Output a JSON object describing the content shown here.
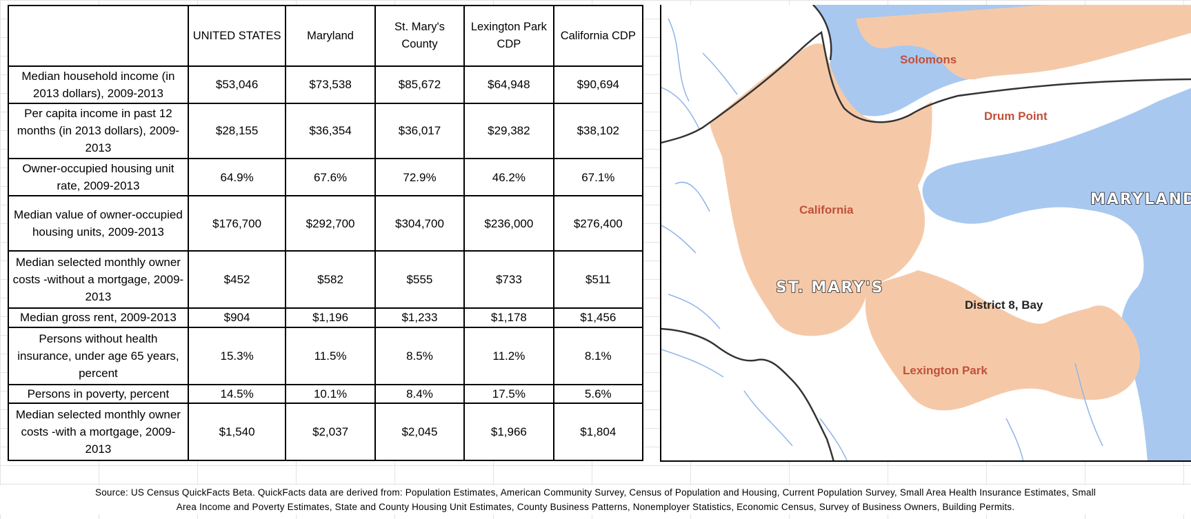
{
  "table": {
    "headers": [
      "",
      "UNITED STATES",
      "Maryland",
      "St. Mary's County",
      "Lexington Park CDP",
      "California CDP"
    ],
    "rows": [
      {
        "label": "Median household income (in 2013 dollars), 2009-2013",
        "values": [
          "$53,046",
          "$73,538",
          "$85,672",
          "$64,948",
          "$90,694"
        ]
      },
      {
        "label": "Per capita income in past 12 months (in 2013 dollars), 2009-2013",
        "values": [
          "$28,155",
          "$36,354",
          "$36,017",
          "$29,382",
          "$38,102"
        ]
      },
      {
        "label": "Owner-occupied housing unit rate, 2009-2013",
        "values": [
          "64.9%",
          "67.6%",
          "72.9%",
          "46.2%",
          "67.1%"
        ]
      },
      {
        "label": "Median value of owner-occupied housing units, 2009-2013",
        "values": [
          "$176,700",
          "$292,700",
          "$304,700",
          "$236,000",
          "$276,400"
        ]
      },
      {
        "label": "Median selected monthly owner costs -without a mortgage, 2009-2013",
        "values": [
          "$452",
          "$582",
          "$555",
          "$733",
          "$511"
        ]
      },
      {
        "label": "Median gross rent, 2009-2013",
        "values": [
          "$904",
          "$1,196",
          "$1,233",
          "$1,178",
          "$1,456"
        ]
      },
      {
        "label": "Persons without health insurance, under age 65 years, percent",
        "values": [
          "15.3%",
          "11.5%",
          "8.5%",
          "11.2%",
          "8.1%"
        ]
      },
      {
        "label": "Persons in poverty, percent",
        "values": [
          "14.5%",
          "10.1%",
          "8.4%",
          "17.5%",
          "5.6%"
        ]
      },
      {
        "label": "Median selected monthly owner costs -with a mortgage, 2009-2013",
        "values": [
          "$1,540",
          "$2,037",
          "$2,045",
          "$1,966",
          "$1,804"
        ]
      }
    ]
  },
  "map": {
    "labels": {
      "solomons": "Solomons",
      "drum_point": "Drum Point",
      "california": "California",
      "maryland": "MARYLAND",
      "st_marys": "ST. MARY'S",
      "district": "District 8, Bay",
      "lexington_park": "Lexington Park"
    },
    "colors": {
      "water": "#a8c8f0",
      "land": "#ffffff",
      "place_fill": "#f5c9a8",
      "border": "#333333",
      "place_label": "#c0503a"
    }
  },
  "source": {
    "line1": "Source: US Census QuickFacts Beta.  QuickFacts data are derived from: Population Estimates, American Community Survey, Census of Population and Housing, Current Population Survey, Small Area Health Insurance Estimates, Small",
    "line2": "Area Income and Poverty Estimates, State and County Housing Unit Estimates, County Business Patterns, Nonemployer Statistics, Economic Census, Survey of Business Owners, Building Permits."
  }
}
